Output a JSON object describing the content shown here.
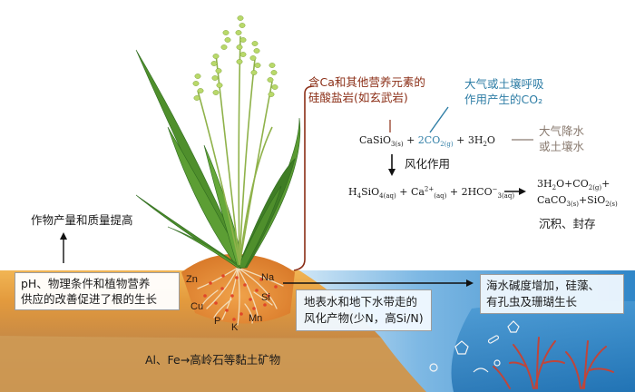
{
  "labels": {
    "silicate_rock": [
      "含Ca和其他营养元素的",
      "硅酸盐岩(如玄武岩)"
    ],
    "co2_source": [
      "大气或土壤呼吸",
      "作用产生的CO₂"
    ],
    "water_source": [
      "大气降水",
      "或土壤水"
    ],
    "weathering": "风化作用",
    "precipitation": "沉积、封存",
    "crop_yield": "作物产量和质量提高",
    "root_growth": [
      "pH、物理条件和植物营养",
      "供应的改善促进了根的生长"
    ],
    "runoff": [
      "地表水和地下水带走的",
      "风化产物(少N，高Si/N)"
    ],
    "ocean_effect": [
      "海水碱度增加，硅藻、",
      "有孔虫及珊瑚生长"
    ],
    "clay": "Al、Fe→高岭石等黏土矿物"
  },
  "equations": {
    "reaction1": {
      "a": "CaSiO",
      "a_sub": "3(s)",
      "plus1": "+",
      "b": "2CO",
      "b_sub": "2(g)",
      "plus2": "+",
      "c": "3H",
      "c_sub": "2",
      "c_tail": "O"
    },
    "reaction2": {
      "a": "H",
      "a_sub": "4",
      "a_tail": "SiO",
      "a_sub2": "4(aq)",
      "plus1": "+",
      "b": "Ca",
      "b_sup": "2+",
      "b_sub": "(aq)",
      "plus2": "+",
      "c": "2HCO",
      "c_sup": "−",
      "c_sub": "3(aq)"
    },
    "products": {
      "l1a": "3H",
      "l1a_sub": "2",
      "l1b": "O+CO",
      "l1b_sub": "2(g)",
      "l1c": "+",
      "l2a": "CaCO",
      "l2a_sub": "3(s)",
      "l2b": "+SiO",
      "l2b_sub": "2(s)"
    }
  },
  "root_elements": [
    "Zn",
    "Na",
    "Si",
    "Cu",
    "Mn",
    "P",
    "K"
  ],
  "colors": {
    "sky": "#ffffff",
    "soil_top": "#e8a040",
    "soil_deep": "#c98f4a",
    "ocean": "#3d90cf",
    "rock_label": "#8b2e16",
    "co2_label": "#2f7ea6",
    "water_label": "#8a7b70"
  }
}
